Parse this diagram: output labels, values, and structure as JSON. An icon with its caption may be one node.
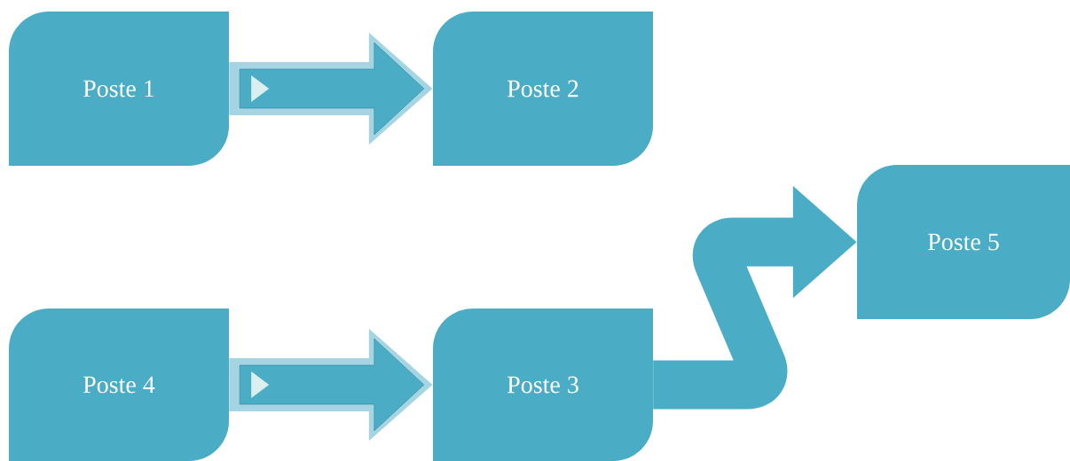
{
  "diagram": {
    "nodes": [
      {
        "text": [
          "Poste 1"
        ]
      },
      {
        "text": [
          "Poste 2"
        ]
      },
      {
        "text": [
          "Poste 5"
        ]
      },
      {
        "text": [
          "Poste 4"
        ]
      },
      {
        "text": [
          "Poste 3"
        ]
      }
    ],
    "edges": [
      {
        "from": 0,
        "to": 1,
        "arrow": "to"
      },
      {
        "from": 3,
        "to": 4,
        "arrow": "to"
      },
      {
        "from": 4,
        "to": 2,
        "arrow": "to"
      }
    ]
  }
}
